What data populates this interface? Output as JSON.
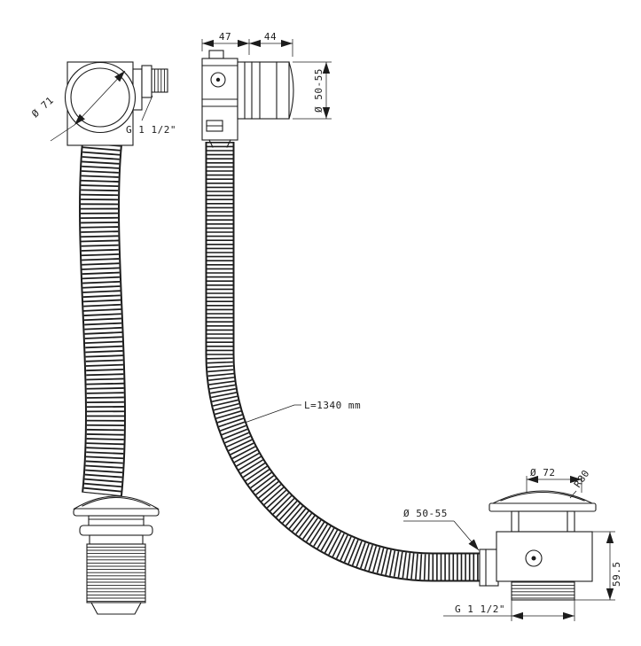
{
  "colors": {
    "line": "#1c1c1c",
    "background": "#ffffff"
  },
  "drawing": {
    "labels": {
      "overflow_diameter": "Ø 71",
      "overflow_thread": "G 1 1/2\"",
      "width_front": "47",
      "width_cap": "44",
      "overflow_pipe_diameter": "Ø 50-55",
      "hose_length": "L=1340 mm",
      "waste_cap_diameter": "Ø 72",
      "waste_cap_radius": "R80",
      "waste_pipe_diameter": "Ø 50-55",
      "waste_height": "59.5",
      "waste_thread": "G 1 1/2\""
    }
  }
}
